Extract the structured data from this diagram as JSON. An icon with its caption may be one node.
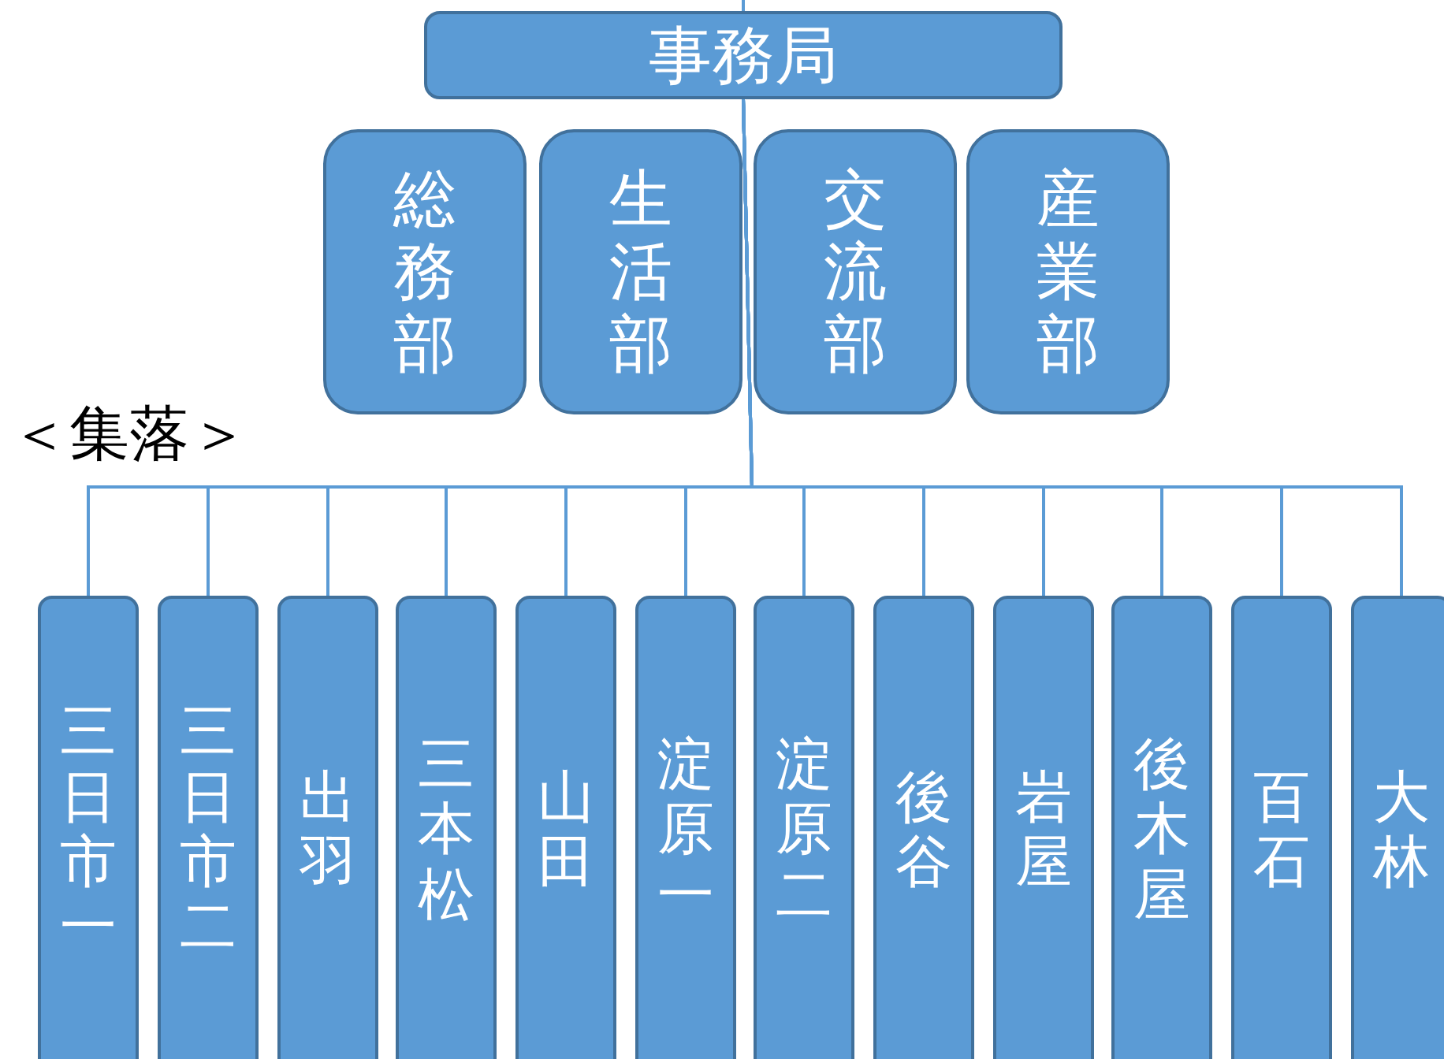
{
  "diagram": {
    "nodes": [
      {
        "text": [
          "事務局"
        ]
      },
      {
        "text": [
          "総務部"
        ]
      },
      {
        "text": [
          "生活部"
        ]
      },
      {
        "text": [
          "交流部"
        ]
      },
      {
        "text": [
          "産業部"
        ]
      },
      {
        "text": [
          "三日市一"
        ]
      },
      {
        "text": [
          "三日市二"
        ]
      },
      {
        "text": [
          "出羽"
        ]
      },
      {
        "text": [
          "三本松"
        ]
      },
      {
        "text": [
          "山田"
        ]
      },
      {
        "text": [
          "淀原一"
        ]
      },
      {
        "text": [
          "淀原二"
        ]
      },
      {
        "text": [
          "後谷"
        ]
      },
      {
        "text": [
          "岩屋"
        ]
      },
      {
        "text": [
          "後木屋"
        ]
      },
      {
        "text": [
          "百石"
        ]
      },
      {
        "text": [
          "大林"
        ]
      }
    ],
    "edges": [
      {
        "from": null,
        "to": 0,
        "arrow": "none"
      },
      {
        "from": 0,
        "to": 5,
        "arrow": "none"
      },
      {
        "from": 0,
        "to": 6,
        "arrow": "none"
      },
      {
        "from": 0,
        "to": 7,
        "arrow": "none"
      },
      {
        "from": 0,
        "to": 8,
        "arrow": "none"
      },
      {
        "from": 0,
        "to": 9,
        "arrow": "none"
      },
      {
        "from": 0,
        "to": 10,
        "arrow": "none"
      },
      {
        "from": 0,
        "to": 11,
        "arrow": "none"
      },
      {
        "from": 0,
        "to": 12,
        "arrow": "none"
      },
      {
        "from": 0,
        "to": 13,
        "arrow": "none"
      },
      {
        "from": 0,
        "to": 14,
        "arrow": "none"
      },
      {
        "from": 0,
        "to": 15,
        "arrow": "none"
      },
      {
        "from": 0,
        "to": 16,
        "arrow": "none"
      }
    ],
    "labels": [
      "＜集落＞"
    ]
  }
}
